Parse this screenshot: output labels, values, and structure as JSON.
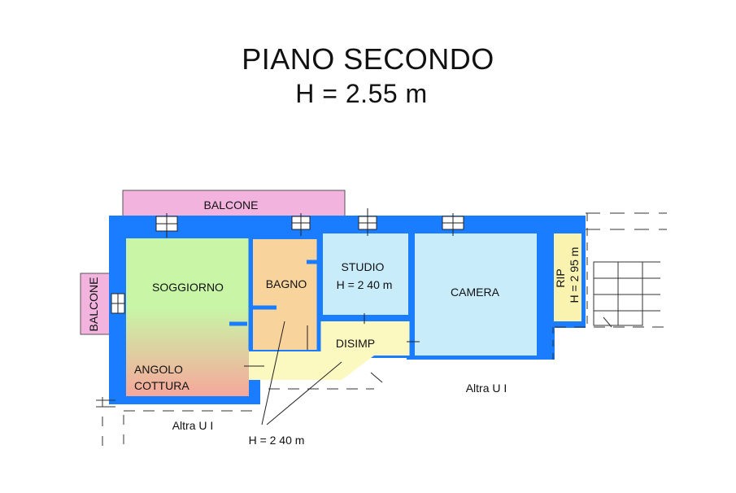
{
  "header": {
    "title": "PIANO SECONDO",
    "subtitle": "H  = 2.55 m"
  },
  "colors": {
    "wall": "#1a7cff",
    "balcony": "#f2b3de",
    "soggiorno_top": "#c8f5a6",
    "soggiorno_bottom": "#f6a79b",
    "bagno": "#f8d39b",
    "studio": "#c9ecfb",
    "camera": "#c9ecfb",
    "disimp": "#fbf8c0",
    "ripostiglio": "#faf3b0"
  },
  "rooms": {
    "balcone_top": "BALCONE",
    "balcone_side": "BALCONE",
    "soggiorno": "SOGGIORNO",
    "angolo": "ANGOLO",
    "cottura": "COTTURA",
    "bagno": "BAGNO",
    "studio": "STUDIO",
    "studio_height": "H = 2 40 m",
    "camera": "CAMERA",
    "disimp": "DISIMP",
    "ripostiglio": "RIP",
    "ripostiglio_height": "H = 2 95 m"
  },
  "annotations": {
    "altra_ui_bottom": "Altra U I",
    "altra_ui_right": "Altra U I",
    "height_note": "H = 2 40 m"
  }
}
